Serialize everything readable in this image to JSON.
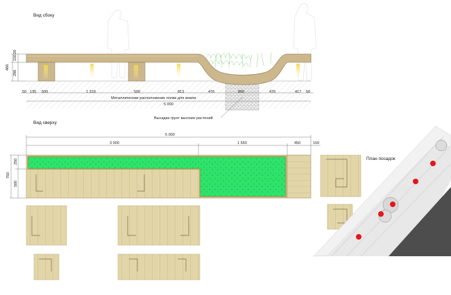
{
  "titles": {
    "side_view": "Вид сбоку",
    "top_view": "Вид сверху",
    "planting_plan": "План посадок"
  },
  "side_view": {
    "height_dims": [
      "466",
      "150",
      "20",
      "286"
    ],
    "bottom_dims": [
      "50",
      "135",
      "500",
      "1 318",
      "500",
      "813",
      "476",
      "800",
      "476",
      "417",
      "50"
    ],
    "note_shelves": "Металлические расположение полки для земли",
    "total_length": "5 000",
    "note_planting": "Высадка грунт высоких растений"
  },
  "top_view": {
    "total": "5 000",
    "segments": [
      "3 000",
      "1 550",
      "450",
      "150"
    ],
    "left_dims": [
      "250",
      "500",
      "750"
    ]
  },
  "colors": {
    "wood": "#e2d6a9",
    "wood_dark": "#c0a877",
    "green": "#2fe36a",
    "bench_side": "#cdb78c",
    "light": "#f0d24a",
    "red_dot": "#e8141c",
    "gravel": "#9a9a9a",
    "dark_ground": "#4d4d4d"
  }
}
